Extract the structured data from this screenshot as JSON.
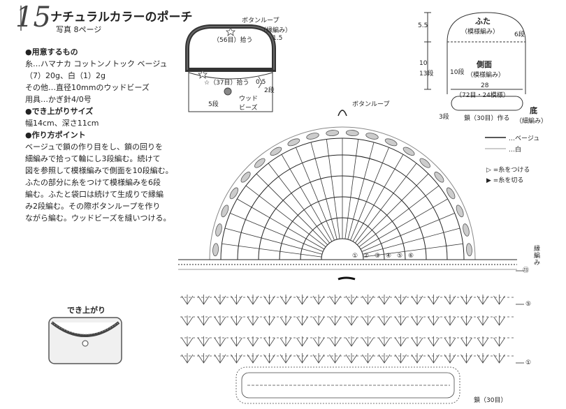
{
  "title_number": "15",
  "title": "ナチュラルカラーのポーチ",
  "subtitle": "写真 8ページ",
  "materials": {
    "heading": "●用意するもの",
    "lines": [
      "糸…ハマナカ コットンノトック ベージュ",
      "（7）20g、白（1）2g",
      "その他…直径10mmのウッドビーズ",
      "用具…かぎ針4/0号"
    ]
  },
  "size": {
    "heading": "●でき上がりサイズ",
    "lines": [
      "幅14cm、深さ11cm"
    ]
  },
  "points": {
    "heading": "●作り方ポイント",
    "lines": [
      "ベージュで鎖の作り目をし、鎖の回りを",
      "細編みで拾って輪にし3段編む。続けて",
      "図を参照して模様編みで側面を10段編む。",
      "ふたの部分に糸をつけて模様編みを6段",
      "編む。ふたと袋口は続けて生成りで縁編",
      "み2段編む。その際ボタンループを作り",
      "ながら編む。ウッドビーズを縫いつける。"
    ]
  },
  "pouch_diagram": {
    "button_loop": "ボタンループ",
    "edge": "（縁編み）",
    "dim_15": "1.5",
    "stitch_56": "（56目）拾う",
    "stitch_37": "☆（37目）拾う",
    "dim_05": "0.5",
    "rows_2": "2段",
    "rows_5": "5段",
    "wood_beads": "ウッドビーズ"
  },
  "size_diagram": {
    "lid": "ふた",
    "lid_pattern": "（模様編み）",
    "rows_6": "6段",
    "dim_55": "5.5",
    "dim_10": "10",
    "rows_13": "13段",
    "rows_10": "10段",
    "side": "側面",
    "side_pattern": "（模様編み）",
    "dim_28": "28",
    "stitch_72": "（72目・24模様）",
    "rows_3": "3段",
    "chain_30": "鎖（30目）作る",
    "bottom": "底",
    "bottom_sc": "（細編み）"
  },
  "legend": {
    "beige": "…ベージュ",
    "white": "…白",
    "attach": "▷ =糸をつける",
    "cut": "▶ =糸を切る"
  },
  "chart": {
    "button_loop": "ボタンループ",
    "edge_label": "縁編み",
    "row_numbers": [
      "⑥",
      "⑤",
      "④",
      "③",
      "②",
      "①"
    ],
    "side_row_13": "⑬",
    "side_row_5": "⑤",
    "side_row_1": "①",
    "chain_bottom": "鎖（30目）"
  },
  "finished": {
    "label": "でき上がり"
  },
  "colors": {
    "ink": "#222222",
    "pale_line": "#9a9a9a",
    "frame": "#555555"
  }
}
